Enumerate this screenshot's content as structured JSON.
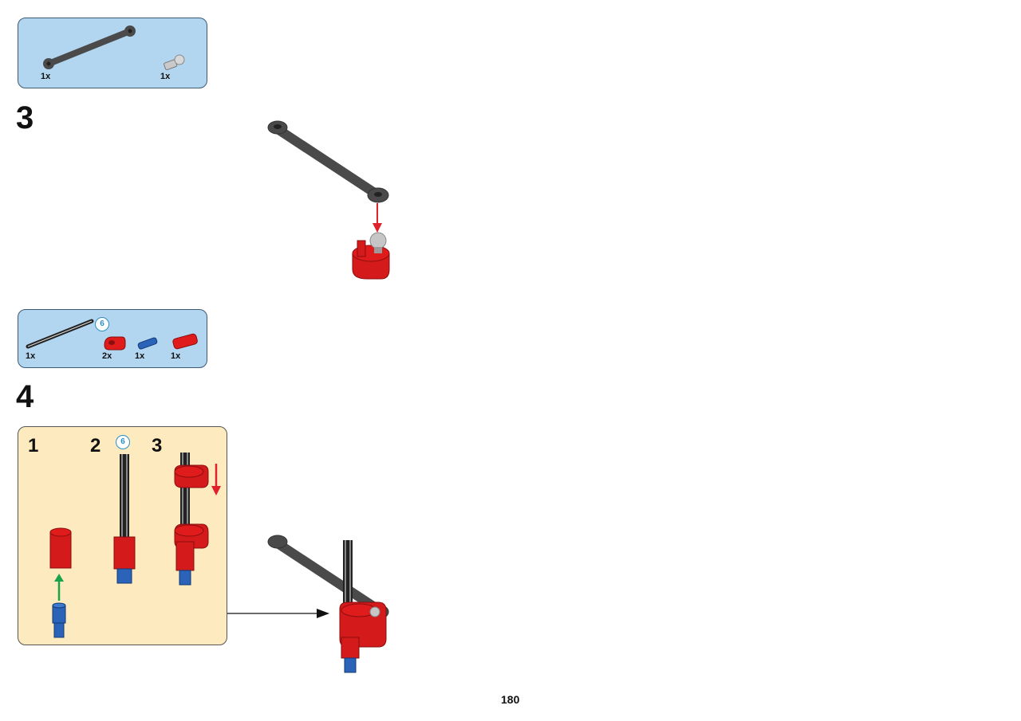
{
  "step3": {
    "number": "3",
    "parts": [
      {
        "name": "beam",
        "qty": "1x"
      },
      {
        "name": "ball-pin",
        "qty": "1x"
      }
    ]
  },
  "step4": {
    "number": "4",
    "parts": [
      {
        "name": "axle",
        "qty": "1x",
        "length": "6"
      },
      {
        "name": "red-connector",
        "qty": "2x"
      },
      {
        "name": "blue-pin",
        "qty": "1x"
      },
      {
        "name": "red-bush",
        "qty": "1x"
      }
    ],
    "substeps": [
      {
        "number": "1"
      },
      {
        "number": "2",
        "length": "6"
      },
      {
        "number": "3"
      }
    ]
  },
  "page_number": "180",
  "colors": {
    "parts_box": "#b3d6f0",
    "substep_box": "#fdebbf",
    "beam": "#4a4a4a",
    "red_part": "#e01b1b",
    "blue_part": "#2a63b8",
    "arrow_red": "#e0202a",
    "arrow_green": "#1aa34a"
  }
}
